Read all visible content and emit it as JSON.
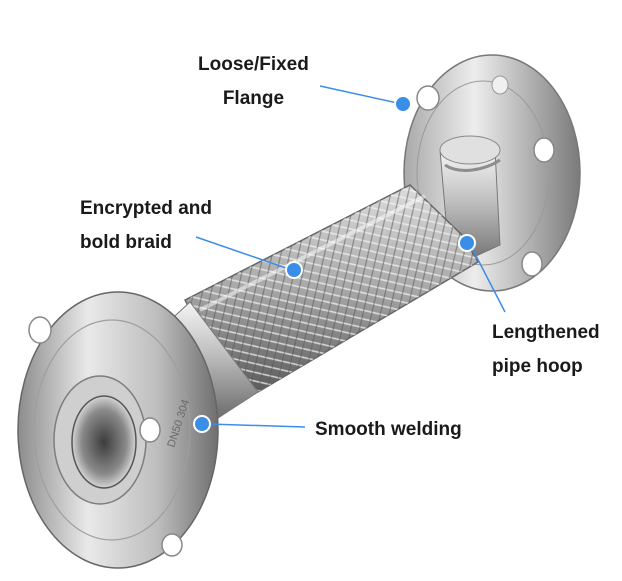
{
  "callouts": {
    "flange": {
      "line1": "Loose/Fixed",
      "line2": "Flange"
    },
    "braid": {
      "line1": "Encrypted and",
      "line2": "bold braid"
    },
    "hoop": {
      "line1": "Lengthened",
      "line2": "pipe hoop"
    },
    "weld": {
      "line1": "Smooth welding"
    }
  },
  "flange_marking": "DN50 304",
  "colors": {
    "background": "#ffffff",
    "text": "#1a1a1a",
    "callout_dot": "#3b8ee8",
    "callout_line": "#3b8ee8",
    "steel_light": "#e8e8e8",
    "steel_dark": "#6e6e6e"
  }
}
